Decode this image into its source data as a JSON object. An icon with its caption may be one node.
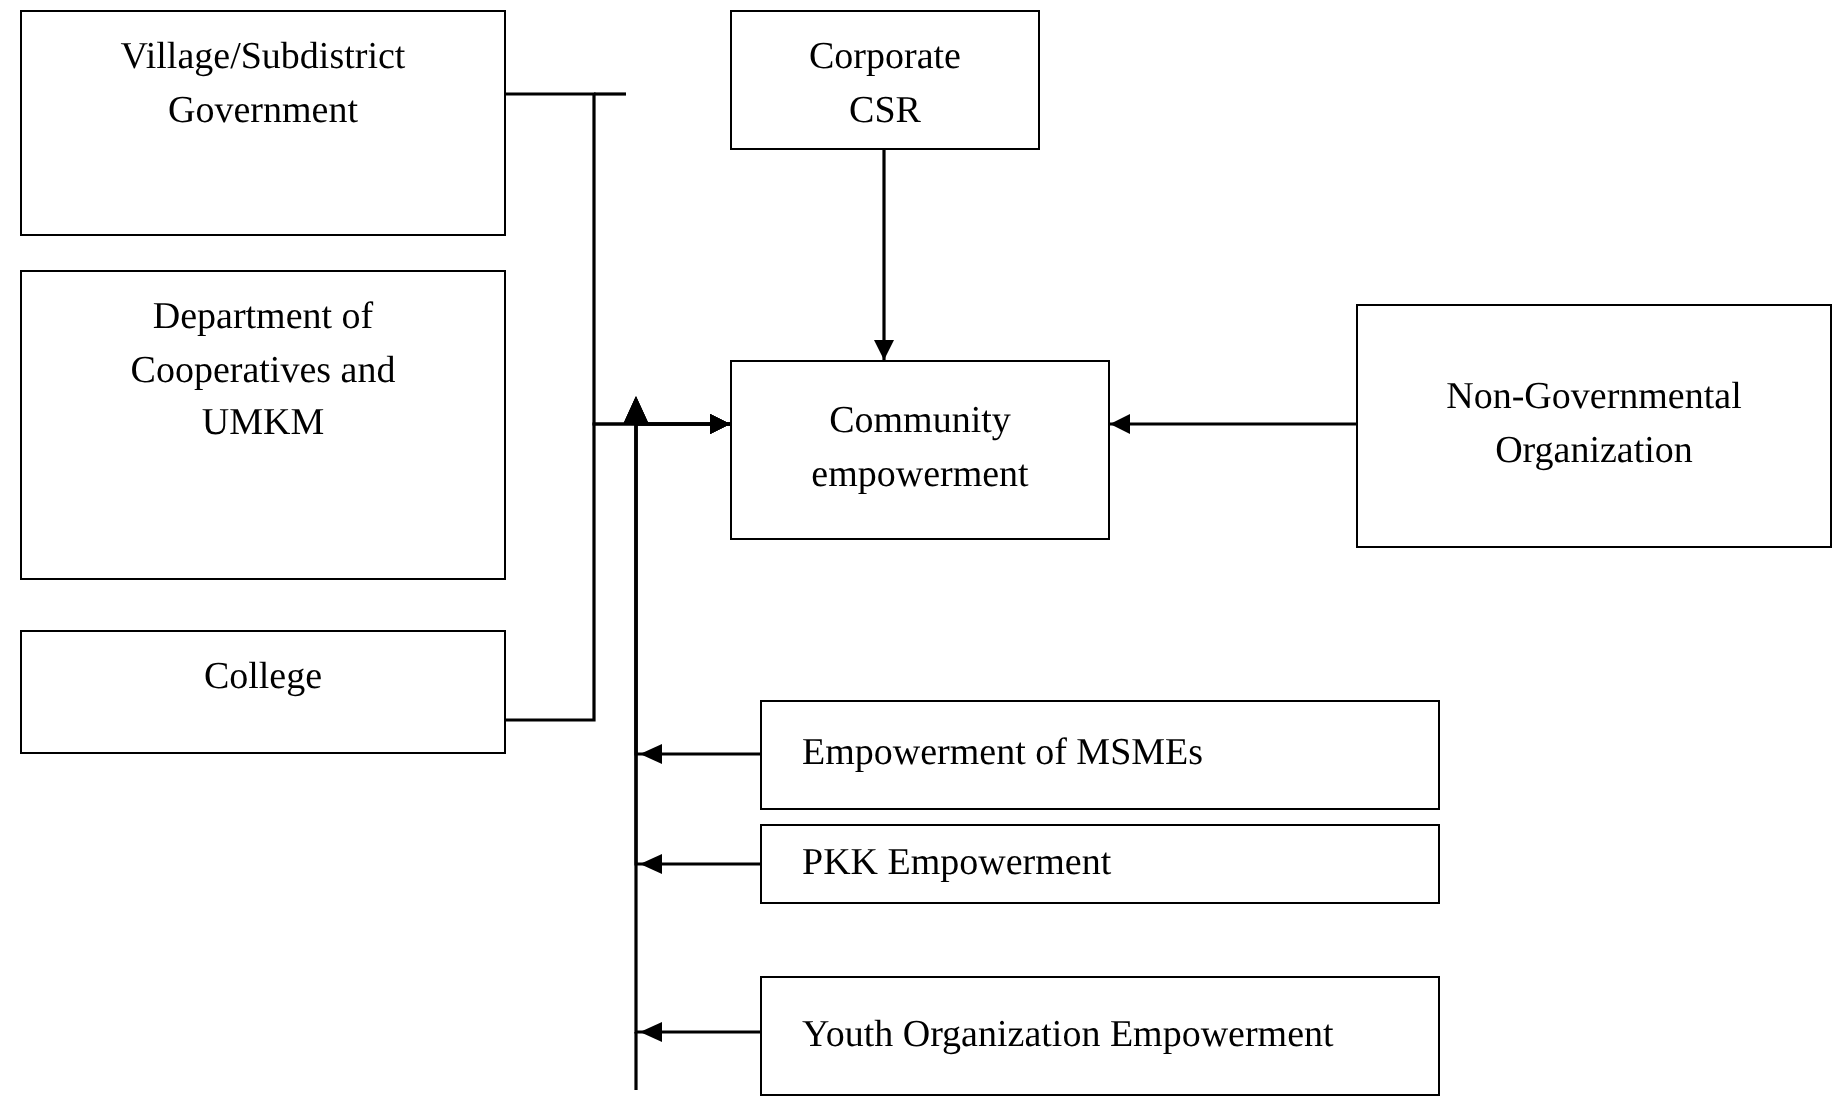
{
  "diagram": {
    "nodes": [
      {
        "text": [
          "Village/Subdistrict Government"
        ]
      },
      {
        "text": [
          "Department of Cooperatives and UMKM"
        ]
      },
      {
        "text": [
          "College"
        ]
      },
      {
        "text": [
          "Corporate CSR"
        ]
      },
      {
        "text": [
          "Community empowerment"
        ]
      },
      {
        "text": [
          "Non-Governmental Organization"
        ]
      },
      {
        "text": [
          "Empowerment of MSMEs"
        ]
      },
      {
        "text": [
          "PKK Empowerment"
        ]
      },
      {
        "text": [
          "Youth Organization Empowerment"
        ]
      }
    ],
    "edges": [
      {
        "from": 0,
        "to": 4,
        "arrow": "to"
      },
      {
        "from": 2,
        "to": 4,
        "arrow": "to"
      },
      {
        "from": 3,
        "to": 4,
        "arrow": "to"
      },
      {
        "from": 5,
        "to": 4,
        "arrow": "to"
      },
      {
        "from": 6,
        "to": 4,
        "arrow": "to"
      },
      {
        "from": 7,
        "to": 4,
        "arrow": "to"
      },
      {
        "from": 8,
        "to": 4,
        "arrow": "to"
      }
    ]
  }
}
